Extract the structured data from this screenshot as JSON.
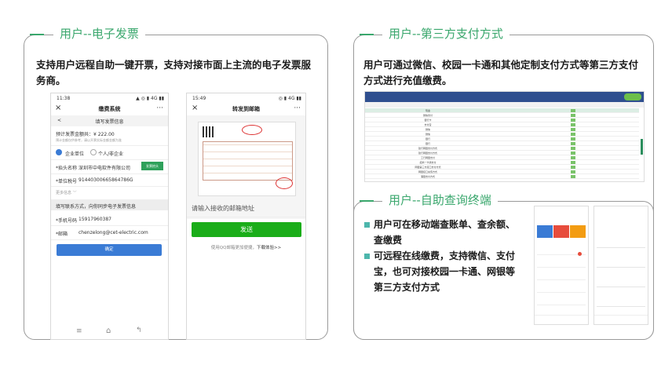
{
  "left": {
    "title": "用户--电子发票",
    "desc_line1": "支持用户远程自助一键开票，支持对接市面上主流的电子发票服",
    "desc_line2": "务商。",
    "phone1": {
      "time": "11:38",
      "status_icons": "▲ ◎ ▮ 4G ▮▮",
      "app_title": "缴费系统",
      "close": "×",
      "more": "···",
      "back": "<",
      "page_title": "填写发票信息",
      "amount_label": "预计发票金额共：",
      "amount_value": "¥ 222.00",
      "amount_note": "预计金额仅供参考，请以开票实际金额金额为准",
      "radio_company": "企业单位",
      "radio_personal": "个人/非企业",
      "header_label": "*抬头名称",
      "header_value": "深圳市中电软件有限公司",
      "header_btn": "发票抬头",
      "tax_label": "*单位税号",
      "tax_value": "91440300665864786G",
      "more_info": "更多信息 ﹀",
      "contact_section": "填写联系方式，向你同步电子发票信息",
      "phone_label": "*手机号码",
      "phone_value": "15917960387",
      "email_label": "*邮箱",
      "email_value": "chenzelong@cet-electric.com",
      "confirm": "确定",
      "nav_menu": "≡",
      "nav_home": "⌂",
      "nav_back": "↰"
    },
    "phone2": {
      "time": "15:49",
      "status_icons": "◎ ▮ 4G ▮▮",
      "close": "×",
      "app_title": "转发到邮箱",
      "more": "···",
      "email_placeholder": "请输入接收的邮箱地址",
      "send": "发送",
      "footer_text": "使用QQ邮箱更加便捷，",
      "footer_link": "下载体验>>"
    }
  },
  "right_top": {
    "title": "用户--第三方支付方式",
    "desc_line1": "用户可通过微信、校园一卡通和其他定制支付方式等第三方支付",
    "desc_line2": "方式进行充值缴费。",
    "rows": [
      "现金",
      "微信支付",
      "银行卡",
      "支付宝",
      "微信",
      "微信",
      "银行",
      "银行",
      "建行网银支付方式",
      "建行网银支付方式",
      "工行网银支付",
      "招商一卡通支付",
      "网银第三方接口支付方式",
      "网银接口充值方式",
      "浦银支付方式"
    ]
  },
  "right_bottom": {
    "title": "用户--自助查询终端",
    "bullet1_line1": "用户可在移动端查账单、查余额、",
    "bullet1_line2": "查缴费",
    "bullet2_line1": "可远程在线缴费，支持微信、支付",
    "bullet2_line2": "宝，也可对接校园一卡通、网银等",
    "bullet2_line3": "第三方支付方式"
  },
  "colors": {
    "accent_green": "#3aa76d",
    "primary_blue": "#3a7bd5",
    "send_green": "#1aad19",
    "teal_bullet": "#4db6ac"
  }
}
